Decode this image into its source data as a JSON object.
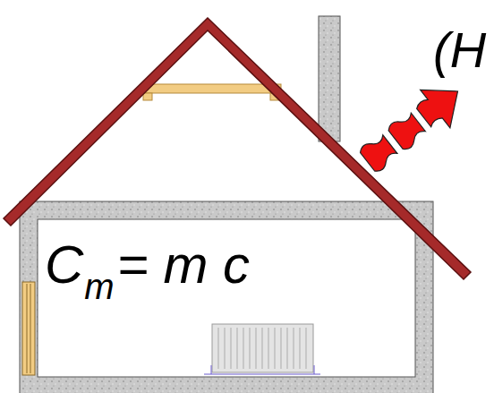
{
  "diagram": {
    "labels": [
      "C",
      "m",
      "= m c",
      "(H"
    ]
  }
}
